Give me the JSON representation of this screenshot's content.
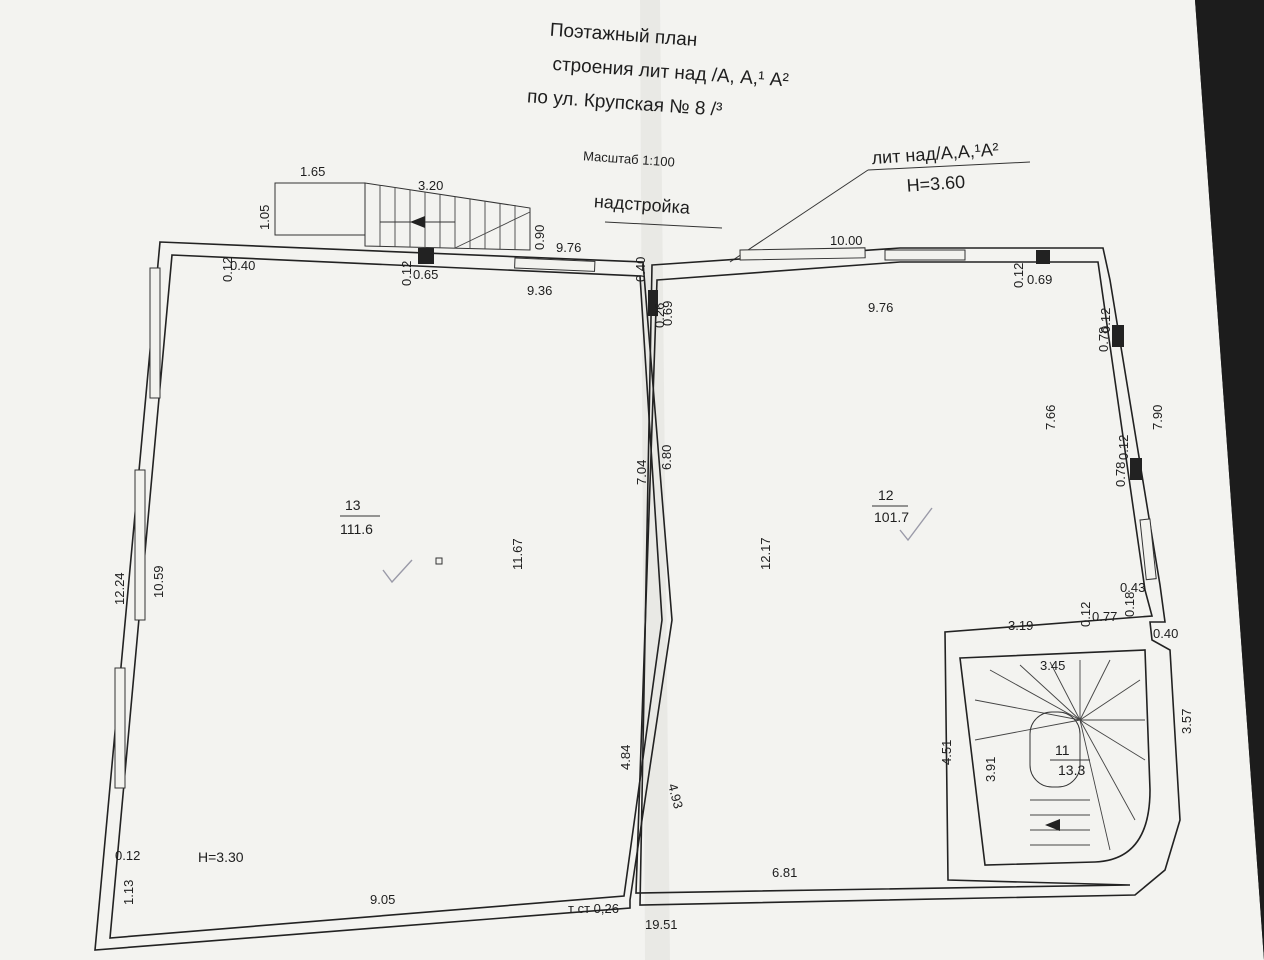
{
  "title": {
    "line1": "Поэтажный план",
    "line2": "строения лит над /А, А,¹ А²",
    "line3": "по ул. Крупская № 8 /³",
    "scale": "Масштаб 1:100",
    "section": "надстройка"
  },
  "callout": {
    "label": "лит над/А,А,¹А²",
    "height": "H=3.60"
  },
  "rooms": {
    "r13": {
      "number": "13",
      "area": "111.6",
      "height": "H=3.30"
    },
    "r12": {
      "number": "12",
      "area": "101.7"
    },
    "r11": {
      "number": "11",
      "area": "13.3"
    }
  },
  "dims": {
    "d165": "1.65",
    "d320": "3.20",
    "d105": "1.05",
    "d090": "0.90",
    "d976a": "9.76",
    "d040a": "0.40",
    "d012a": "0.12",
    "d040b": "0.40",
    "d012b": "0.12",
    "d065": "0.65",
    "d936": "9.36",
    "d069a": "0.69",
    "d026": "0.26",
    "d1000": "10.00",
    "d012c": "0.12",
    "d069b": "0.69",
    "d976b": "9.76",
    "d012d": "0.12",
    "d078a": "0.78",
    "d766": "7.66",
    "d790": "7.90",
    "d012e": "0.12",
    "d078b": "0.78",
    "d704": "7.04",
    "d680": "6.80",
    "d1224": "12.24",
    "d1059": "10.59",
    "d1167": "11.67",
    "d1217": "12.17",
    "d043": "0.43",
    "d018": "0.18",
    "d077": "0.77",
    "d012f": "0.12",
    "d319": "3.19",
    "d040c": "0.40",
    "d345": "3.45",
    "d357": "3.57",
    "d451": "4.51",
    "d391": "3.91",
    "d484": "4.84",
    "d493": "4.93",
    "d012g": "0.12",
    "d113": "1.13",
    "d905": "9.05",
    "d681": "6.81",
    "tst": "т ст 0,26",
    "d1951": "19.51"
  },
  "colors": {
    "paper": "#f3f3f0",
    "ink": "#1e1e1e",
    "background": "#1c1c1c"
  }
}
